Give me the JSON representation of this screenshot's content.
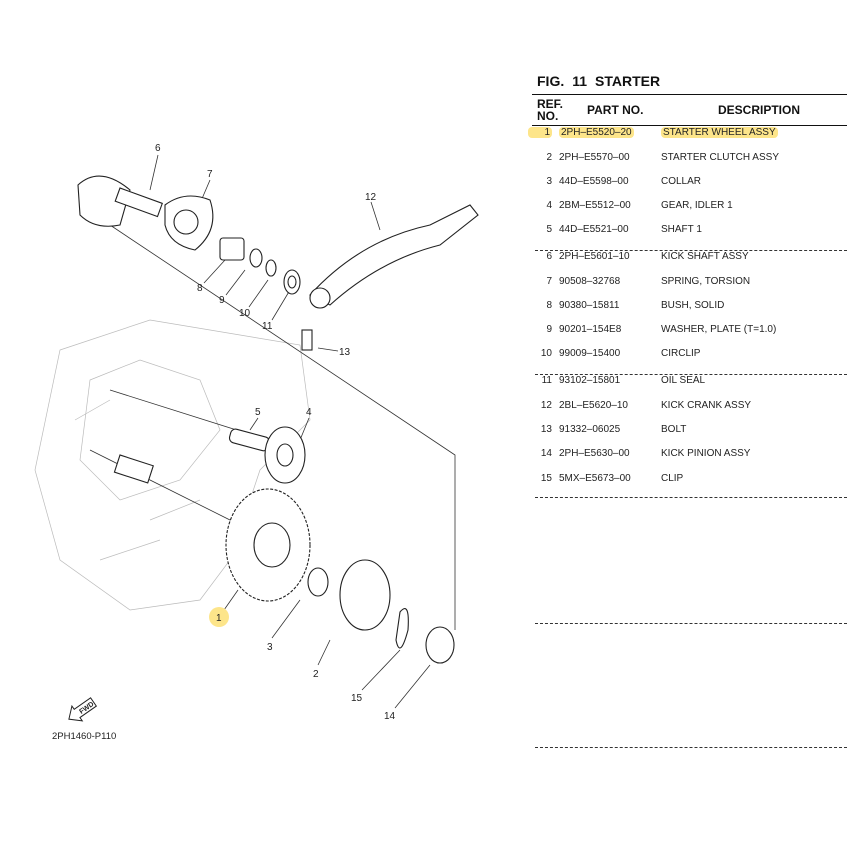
{
  "figure": {
    "label": "FIG.",
    "number": "11",
    "title": "STARTER"
  },
  "table_headers": {
    "ref": "REF.",
    "ref2": "NO.",
    "part_no": "PART NO.",
    "description": "DESCRIPTION"
  },
  "parts": [
    {
      "ref": "1",
      "part_no": "2PH–E5520–20",
      "description": "STARTER WHEEL ASSY",
      "highlighted": true
    },
    {
      "ref": "2",
      "part_no": "2PH–E5570–00",
      "description": "STARTER CLUTCH ASSY"
    },
    {
      "ref": "3",
      "part_no": "44D–E5598–00",
      "description": "COLLAR"
    },
    {
      "ref": "4",
      "part_no": "2BM–E5512–00",
      "description": "GEAR, IDLER 1"
    },
    {
      "ref": "5",
      "part_no": "44D–E5521–00",
      "description": "SHAFT 1"
    },
    {
      "ref": "6",
      "part_no": "2PH–E5601–10",
      "description": "KICK SHAFT ASSY"
    },
    {
      "ref": "7",
      "part_no": "90508–32768",
      "description": "SPRING, TORSION"
    },
    {
      "ref": "8",
      "part_no": "90380–15811",
      "description": "BUSH, SOLID"
    },
    {
      "ref": "9",
      "part_no": "90201–154E8",
      "description": "WASHER, PLATE (T=1.0)"
    },
    {
      "ref": "10",
      "part_no": "99009–15400",
      "description": "CIRCLIP"
    },
    {
      "ref": "11",
      "part_no": "93102–15801",
      "description": "OIL SEAL"
    },
    {
      "ref": "12",
      "part_no": "2BL–E5620–10",
      "description": "KICK CRANK ASSY"
    },
    {
      "ref": "13",
      "part_no": "91332–06025",
      "description": "BOLT"
    },
    {
      "ref": "14",
      "part_no": "2PH–E5630–00",
      "description": "KICK PINION ASSY"
    },
    {
      "ref": "15",
      "part_no": "5MX–E5673–00",
      "description": "CLIP"
    }
  ],
  "diagram": {
    "drawing_code": "2PH1460-P110",
    "fwd_label": "FWD",
    "highlight_color": "#fde58a"
  }
}
